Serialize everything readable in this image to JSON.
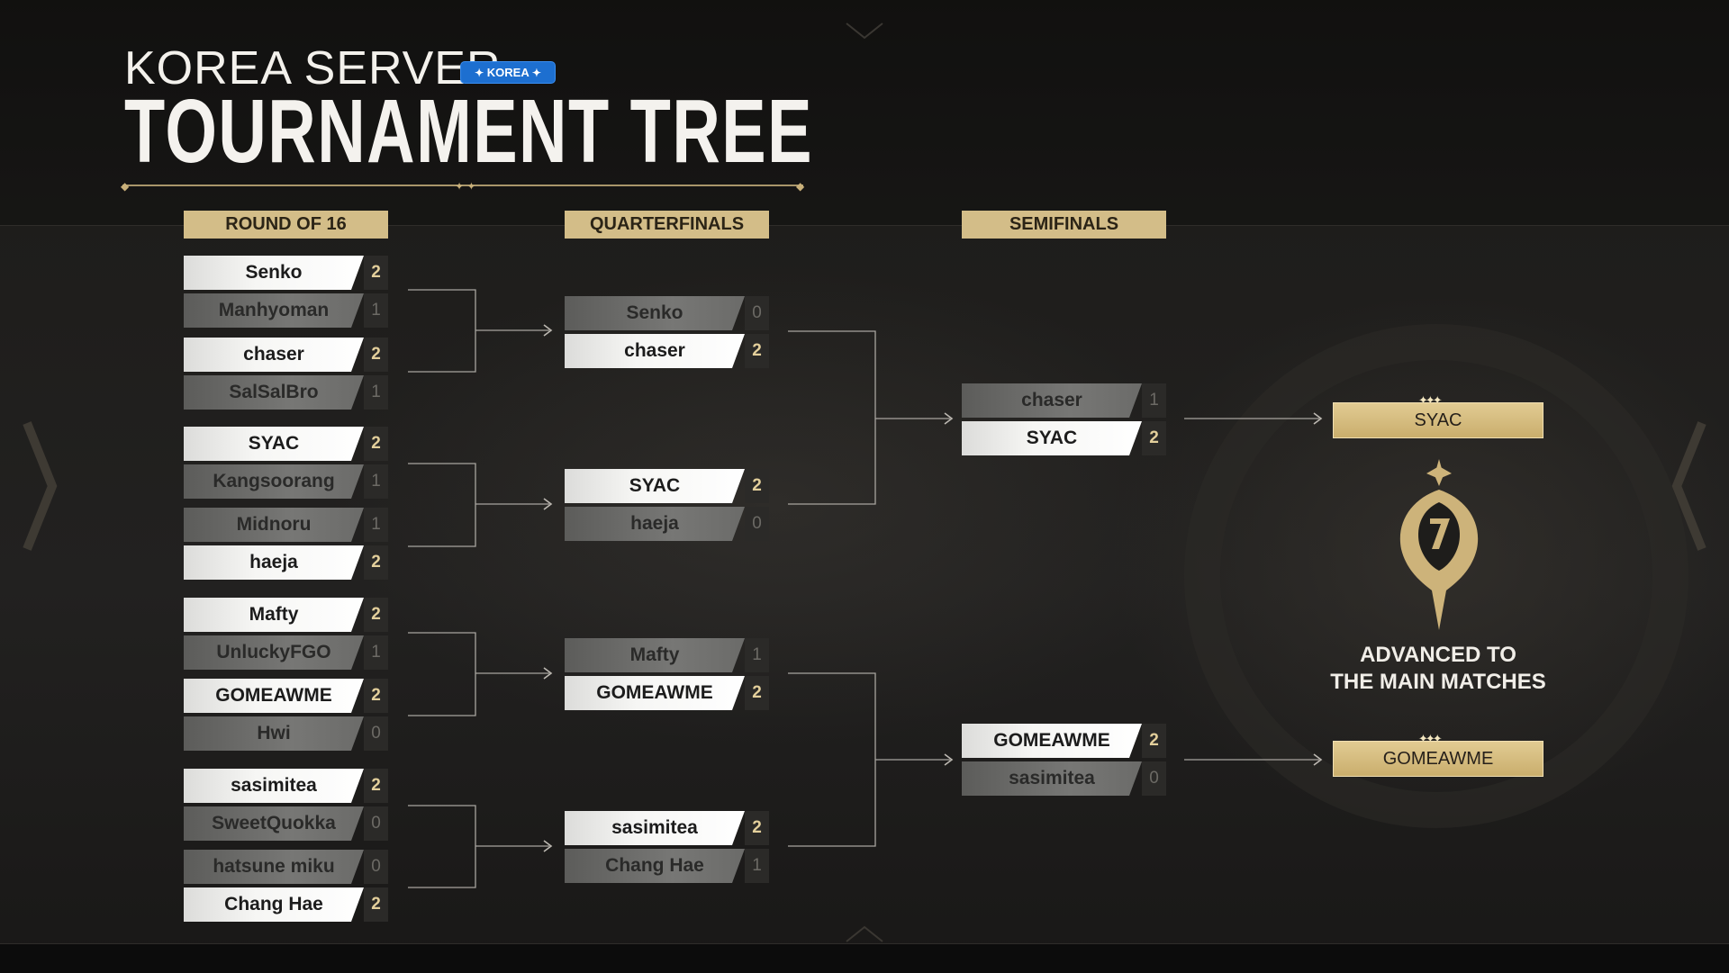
{
  "header": {
    "title_small": "KOREA SERVER",
    "badge": "KOREA",
    "title_large": "TOURNAMENT TREE"
  },
  "rounds": {
    "r16": "ROUND OF 16",
    "qf": "QUARTERFINALS",
    "sf": "SEMIFINALS"
  },
  "round_of_16": [
    {
      "name": "Senko",
      "score": "2"
    },
    {
      "name": "Manhyoman",
      "score": "1"
    },
    {
      "name": "chaser",
      "score": "2"
    },
    {
      "name": "SalSalBro",
      "score": "1"
    },
    {
      "name": "SYAC",
      "score": "2"
    },
    {
      "name": "Kangsoorang",
      "score": "1"
    },
    {
      "name": "Midnoru",
      "score": "1"
    },
    {
      "name": "haeja",
      "score": "2"
    },
    {
      "name": "Mafty",
      "score": "2"
    },
    {
      "name": "UnluckyFGO",
      "score": "1"
    },
    {
      "name": "GOMEAWME",
      "score": "2"
    },
    {
      "name": "Hwi",
      "score": "0"
    },
    {
      "name": "sasimitea",
      "score": "2"
    },
    {
      "name": "SweetQuokka",
      "score": "0"
    },
    {
      "name": "hatsune miku",
      "score": "0"
    },
    {
      "name": "Chang Hae",
      "score": "2"
    }
  ],
  "quarterfinals": [
    {
      "name": "Senko",
      "score": "0"
    },
    {
      "name": "chaser",
      "score": "2"
    },
    {
      "name": "SYAC",
      "score": "2"
    },
    {
      "name": "haeja",
      "score": "0"
    },
    {
      "name": "Mafty",
      "score": "1"
    },
    {
      "name": "GOMEAWME",
      "score": "2"
    },
    {
      "name": "sasimitea",
      "score": "2"
    },
    {
      "name": "Chang Hae",
      "score": "1"
    }
  ],
  "semifinals": [
    {
      "name": "chaser",
      "score": "1"
    },
    {
      "name": "SYAC",
      "score": "2"
    },
    {
      "name": "GOMEAWME",
      "score": "2"
    },
    {
      "name": "sasimitea",
      "score": "0"
    }
  ],
  "finalists": [
    "SYAC",
    "GOMEAWME"
  ],
  "advanced": {
    "line1": "ADVANCED TO",
    "line2": "THE MAIN MATCHES"
  },
  "colors": {
    "gold": "#d3bd88",
    "badge_blue": "#1d6fd0",
    "background": "#1b1a19"
  }
}
